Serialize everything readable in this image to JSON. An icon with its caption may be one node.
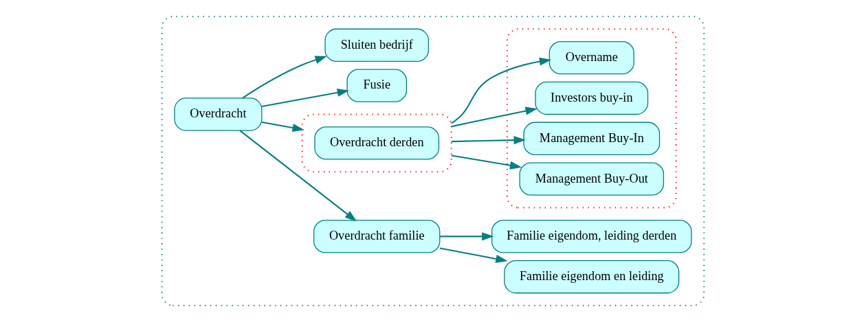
{
  "diagram": {
    "nodes": [
      {
        "text": [],
        "shape": "box"
      },
      {
        "text": [
          "Overdracht"
        ],
        "in": 0
      },
      {
        "text": [
          "Overdracht familie"
        ],
        "in": 0
      },
      {
        "text": [],
        "shape": "box",
        "in": 0
      },
      {
        "text": [
          "Overdracht derden"
        ],
        "in": 3
      },
      {
        "text": [
          "Fusie"
        ],
        "in": 0
      },
      {
        "text": [
          "Sluiten bedrijf"
        ],
        "in": 0
      },
      {
        "text": [
          "Familie eigendom en leiding"
        ],
        "in": 0
      },
      {
        "text": [
          "Familie eigendom, leiding derden"
        ],
        "in": 0
      },
      {
        "text": [],
        "shape": "box",
        "in": 0
      },
      {
        "text": [
          "Management Buy-Out"
        ],
        "in": 9
      },
      {
        "text": [
          "Management Buy-In"
        ],
        "in": 9
      },
      {
        "text": [
          "Investors buy-in"
        ],
        "in": 9
      },
      {
        "text": [
          "Overname"
        ],
        "in": 9
      }
    ],
    "edges": [
      {
        "from": 1,
        "to": 2,
        "arrow": "to"
      },
      {
        "from": 1,
        "to": 3,
        "arrow": "to"
      },
      {
        "from": 1,
        "to": 5,
        "arrow": "to"
      },
      {
        "from": 1,
        "to": 6,
        "arrow": "to"
      },
      {
        "from": 2,
        "to": 7,
        "arrow": "to"
      },
      {
        "from": 2,
        "to": 8,
        "arrow": "to"
      },
      {
        "from": 3,
        "to": 10,
        "arrow": "to"
      },
      {
        "from": 3,
        "to": 11,
        "arrow": "to"
      },
      {
        "from": 3,
        "to": 12,
        "arrow": "to"
      },
      {
        "from": 3,
        "to": 13,
        "arrow": "to"
      }
    ]
  }
}
